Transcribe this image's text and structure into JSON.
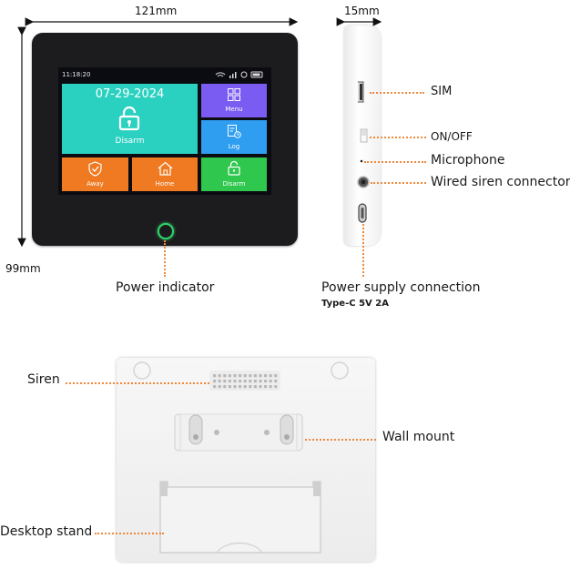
{
  "dimensions": {
    "width": "121mm",
    "depth": "15mm",
    "height": "99mm"
  },
  "screen": {
    "time": "11:18:20",
    "date": "07-29-2024",
    "tiles": {
      "main": "Disarm",
      "menu": "Menu",
      "log": "Log",
      "away": "Away",
      "home": "Home",
      "disarm": "Disarm"
    },
    "colors": {
      "main": "#2bd1c0",
      "menu": "#7a5cf2",
      "log": "#2f9df0",
      "away": "#f07a22",
      "home": "#f07a22",
      "disarm": "#2fc74d"
    }
  },
  "callouts": {
    "power_indicator": "Power indicator",
    "sim": "SIM",
    "on_off": "ON/OFF",
    "microphone": "Microphone",
    "wired_siren": "Wired siren connector",
    "power_supply": "Power supply connection",
    "power_supply_spec": "Type-C 5V 2A",
    "siren": "Siren",
    "wall_mount": "Wall mount",
    "desktop_stand": "Desktop stand"
  },
  "accent_color": "#f0883a"
}
